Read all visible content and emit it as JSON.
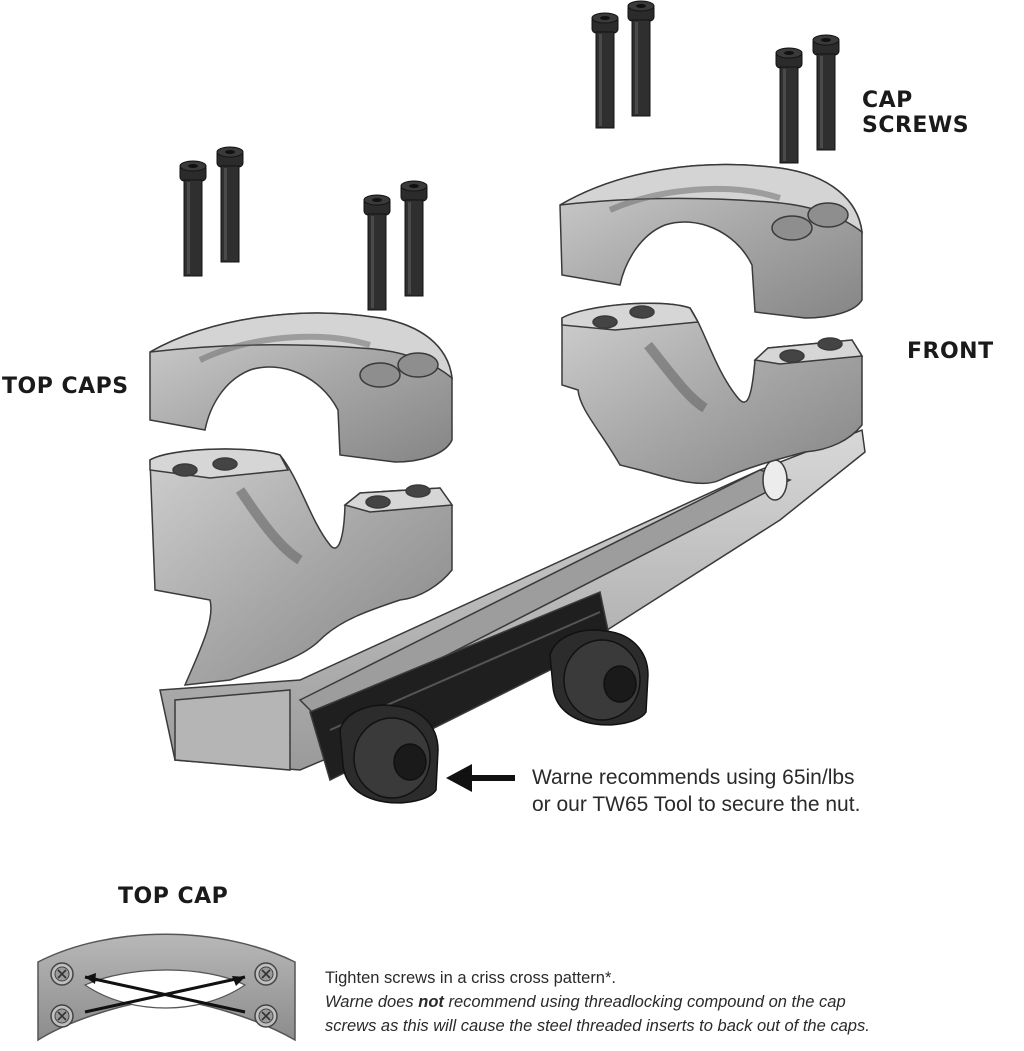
{
  "labels": {
    "cap_screws": "CAP SCREWS",
    "front": "FRONT",
    "top_caps": "TOP CAPS",
    "top_cap": "TOP CAP"
  },
  "nut_note": {
    "line1": "Warne recommends using 65in/lbs",
    "line2": "or our TW65 Tool to secure the nut."
  },
  "cap_note": {
    "line1": "Tighten screws in a criss cross pattern*.",
    "warn_pre": "Warne does ",
    "warn_bold": "not",
    "warn_post": " recommend using threadlocking compound on the cap",
    "line3": "screws as this will cause the steel threaded inserts to back out of the caps."
  },
  "colors": {
    "metal": "#a9a9a9",
    "metal_light": "#d2d2d2",
    "metal_dark": "#7e7e7e",
    "black_part": "#2b2b2b",
    "outline": "#3a3a3a"
  }
}
